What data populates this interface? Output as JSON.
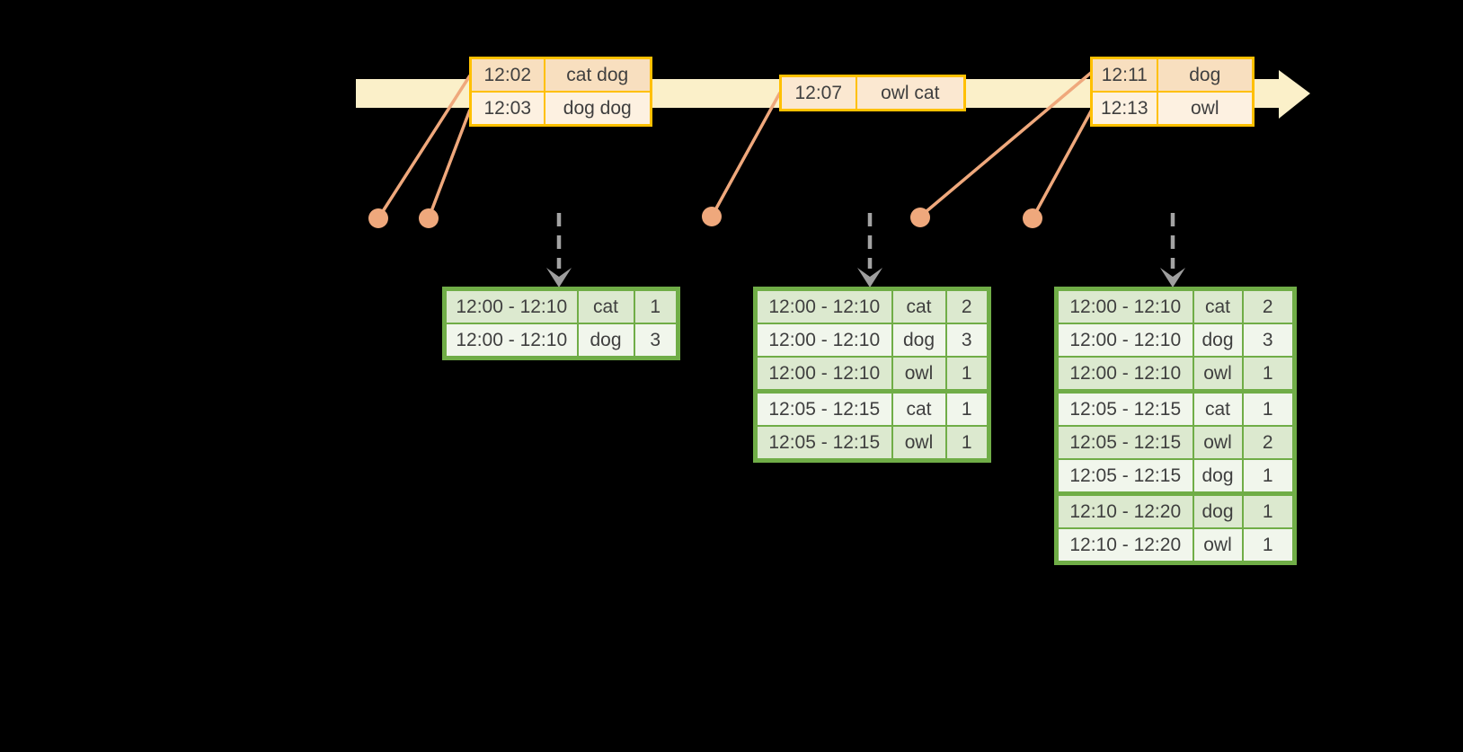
{
  "palette": {
    "background": "#000000",
    "timeline_fill": "#FBF0C9",
    "event_table_border": "#FFC000",
    "event_row_dark": "#F8DFBF",
    "event_row_light": "#FDF1E1",
    "event_row_mid": "#FBE8D1",
    "connector_salmon": "#EFA87C",
    "trigger_arrow_gray": "#A3A3A3",
    "result_table_border": "#70AD47",
    "result_row_dark": "#DCE9CF",
    "result_row_light": "#F1F6EC",
    "text": "#3F3F3F"
  },
  "icons": {
    "timeline_arrowhead": "right-pointing-triangle",
    "event_marker": "filled-circle",
    "trigger_arrow": "dashed-line-with-down-chevron"
  },
  "timeline": {
    "event_tables": [
      {
        "rows": [
          {
            "time": "12:02",
            "words": "cat dog"
          },
          {
            "time": "12:03",
            "words": "dog dog"
          }
        ]
      },
      {
        "rows": [
          {
            "time": "12:07",
            "words": "owl cat"
          }
        ]
      },
      {
        "rows": [
          {
            "time": "12:11",
            "words": "dog"
          },
          {
            "time": "12:13",
            "words": "owl"
          }
        ]
      }
    ]
  },
  "result_tables": [
    {
      "rows": [
        {
          "window": "12:00 - 12:10",
          "word": "cat",
          "count": "1"
        },
        {
          "window": "12:00 - 12:10",
          "word": "dog",
          "count": "3"
        }
      ]
    },
    {
      "rows": [
        {
          "window": "12:00 - 12:10",
          "word": "cat",
          "count": "2"
        },
        {
          "window": "12:00 - 12:10",
          "word": "dog",
          "count": "3"
        },
        {
          "window": "12:00 - 12:10",
          "word": "owl",
          "count": "1"
        },
        {
          "window": "12:05 - 12:15",
          "word": "cat",
          "count": "1"
        },
        {
          "window": "12:05 - 12:15",
          "word": "owl",
          "count": "1"
        }
      ]
    },
    {
      "rows": [
        {
          "window": "12:00 - 12:10",
          "word": "cat",
          "count": "2"
        },
        {
          "window": "12:00 - 12:10",
          "word": "dog",
          "count": "3"
        },
        {
          "window": "12:00 - 12:10",
          "word": "owl",
          "count": "1"
        },
        {
          "window": "12:05 - 12:15",
          "word": "cat",
          "count": "1"
        },
        {
          "window": "12:05 - 12:15",
          "word": "owl",
          "count": "2"
        },
        {
          "window": "12:05 - 12:15",
          "word": "dog",
          "count": "1"
        },
        {
          "window": "12:10 - 12:20",
          "word": "dog",
          "count": "1"
        },
        {
          "window": "12:10 - 12:20",
          "word": "owl",
          "count": "1"
        }
      ]
    }
  ]
}
